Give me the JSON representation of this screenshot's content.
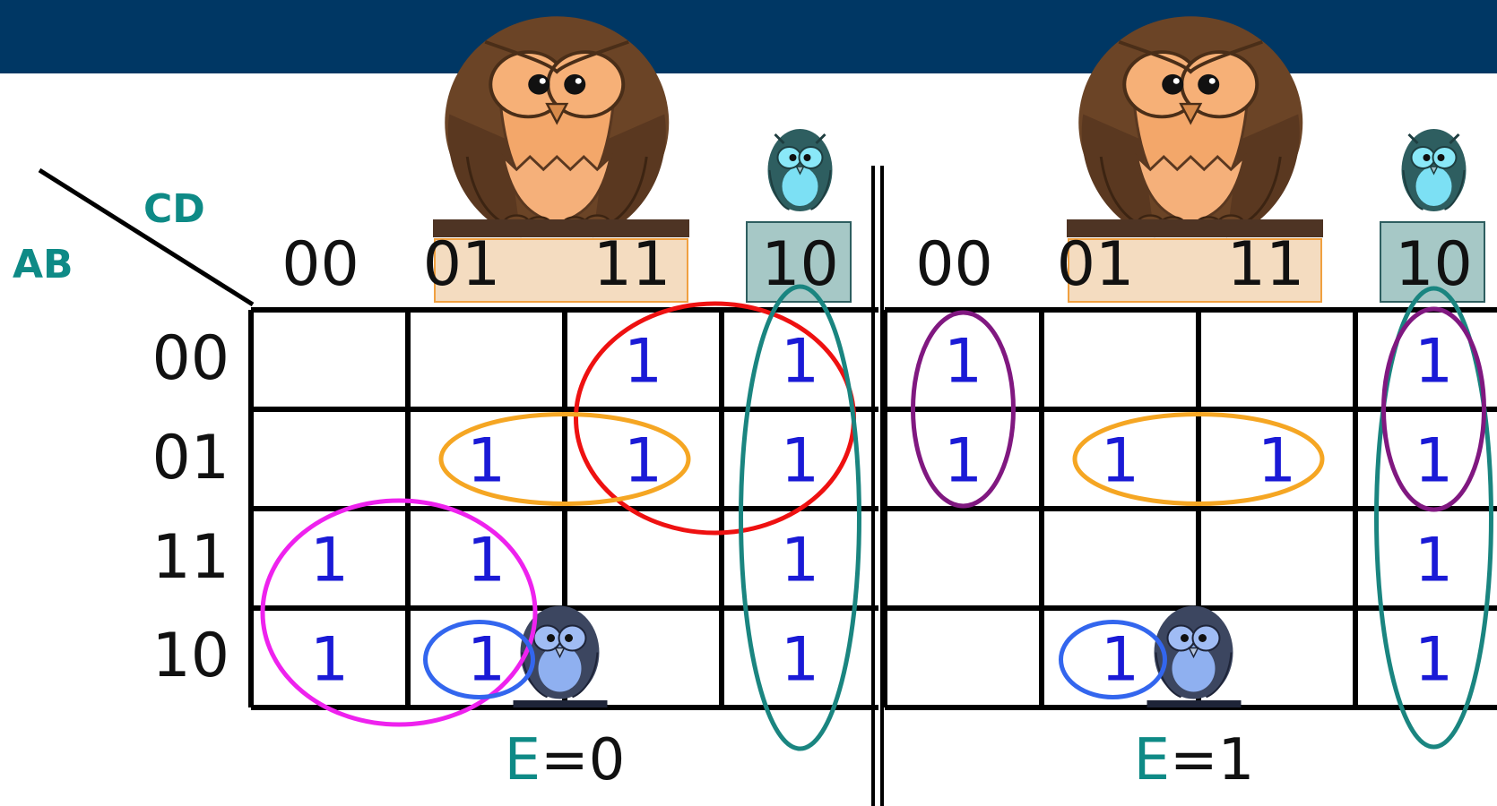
{
  "axes": {
    "row_variables": "AB",
    "col_variables": "CD"
  },
  "col_labels": [
    "00",
    "01",
    "11",
    "10"
  ],
  "row_labels": [
    "00",
    "01",
    "11",
    "10"
  ],
  "maps": [
    {
      "caption_var": "E",
      "caption_val": "=0",
      "cells": [
        [
          "",
          "",
          "1",
          "1"
        ],
        [
          "",
          "1",
          "1",
          "1"
        ],
        [
          "1",
          "1",
          "",
          "1"
        ],
        [
          "1",
          "1",
          "",
          "1"
        ]
      ]
    },
    {
      "caption_var": "E",
      "caption_val": "=1",
      "cells": [
        [
          "1",
          "",
          "",
          "1"
        ],
        [
          "1",
          "1",
          "1",
          "1"
        ],
        [
          "",
          "",
          "",
          "1"
        ],
        [
          "",
          "1",
          "",
          "1"
        ]
      ]
    }
  ],
  "colors": {
    "banner": "#003764",
    "cell_value": "#1a1ad6",
    "axis_label": "#0e8a86",
    "header_highlight": "#f4dcc0",
    "header_highlight_border": "#f0a040",
    "header_teal": "#a6c8c6",
    "loop_red": "#ee1111",
    "loop_orange": "#f5a623",
    "loop_teal": "#1a8580",
    "loop_magenta": "#ee22ee",
    "loop_blue": "#3366ee",
    "loop_purple": "#801880"
  },
  "icons": [
    "big-owl-icon",
    "small-owl-icon",
    "blue-owl-icon"
  ]
}
